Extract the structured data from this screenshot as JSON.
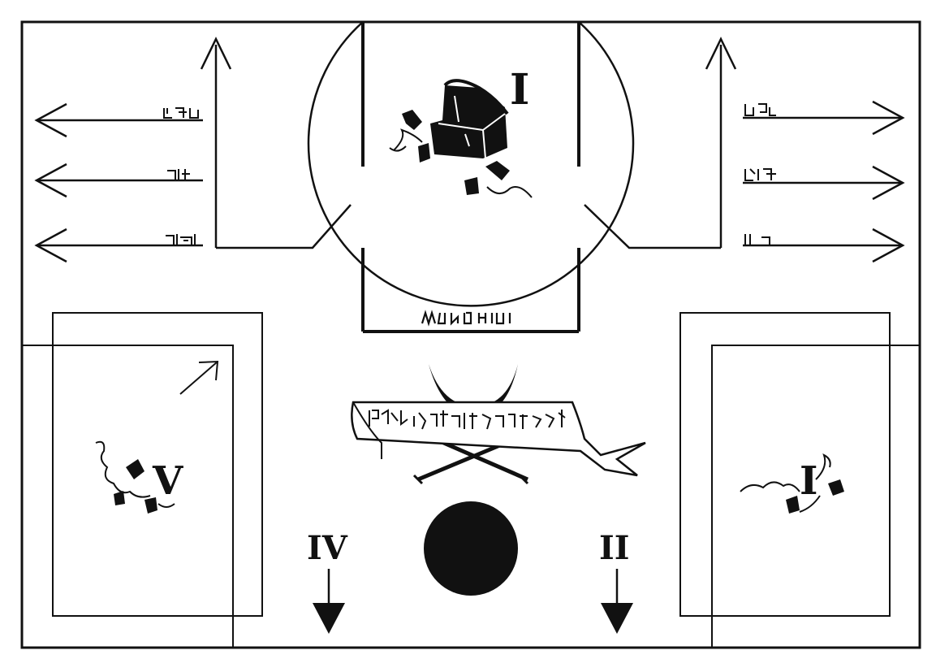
{
  "map": {
    "numerals": {
      "room_top": "I",
      "room_right": "I",
      "room_left": "V",
      "exit_left": "IV",
      "exit_right": "II"
    },
    "icons": {
      "treasure": "treasure-chest-icon",
      "emblem": "crossed-swords-crescent-emblem-icon",
      "pit": "black-circle-pit-icon"
    },
    "colors": {
      "ink": "#111111",
      "paper": "#ffffff"
    }
  }
}
